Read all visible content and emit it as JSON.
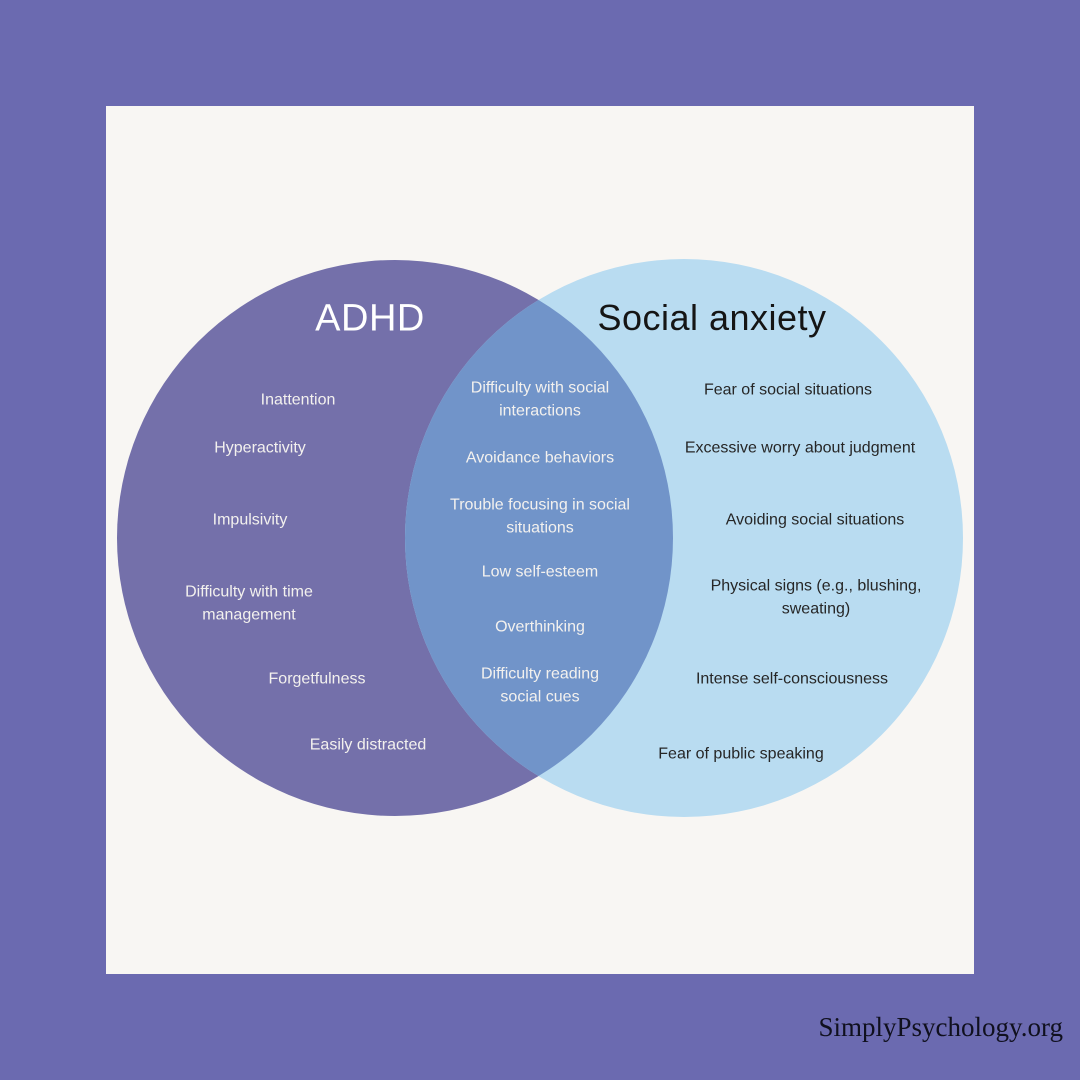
{
  "page": {
    "brand": "SimplyPsychology.org"
  },
  "colors": {
    "frame_purple": "#6b6ab0",
    "card_white": "#f8f6f3",
    "adhd_circle": "#7470aa",
    "overlap": "#7194c9",
    "social_circle": "#b9dcf1",
    "light_text": "#f3f1ee",
    "dark_text": "#262626"
  },
  "venn": {
    "left": {
      "title": "ADHD",
      "items": [
        "Inattention",
        "Hyperactivity",
        "Impulsivity",
        "Difficulty with time management",
        "Forgetfulness",
        "Easily distracted"
      ]
    },
    "middle": {
      "items": [
        "Difficulty with social interactions",
        "Avoidance behaviors",
        "Trouble focusing in social situations",
        "Low self-esteem",
        "Overthinking",
        "Difficulty reading social cues"
      ]
    },
    "right": {
      "title": "Social anxiety",
      "items": [
        "Fear of social situations",
        "Excessive worry about judgment",
        "Avoiding social situations",
        "Physical signs (e.g., blushing, sweating)",
        "Intense self-consciousness",
        "Fear of public speaking"
      ]
    }
  }
}
